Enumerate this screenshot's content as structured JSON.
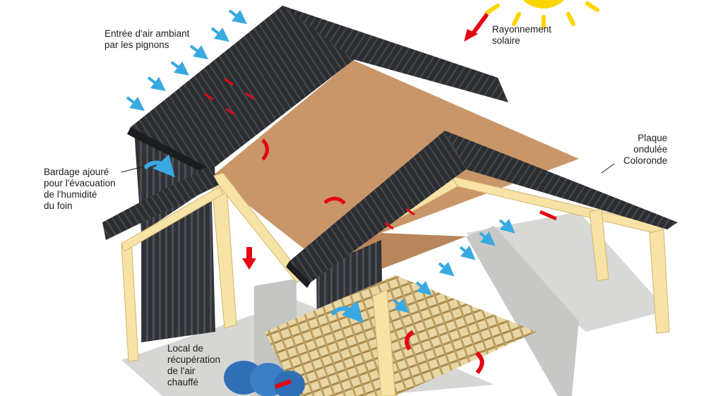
{
  "labels": {
    "air_inlet": [
      "Entrée d'air ambiant",
      "par les pignons"
    ],
    "solar": [
      "Rayonnement",
      "solaire"
    ],
    "cladding": [
      "Bardage ajouré",
      "pour l'évacuation",
      "de l'humidité",
      "du foin"
    ],
    "sheet": [
      "Plaque",
      "ondulée",
      "Coloronde"
    ],
    "recovery_room": [
      "Local de",
      "récupération",
      "de l'air",
      "chauffé"
    ]
  },
  "colors": {
    "roof": "#2b2d31",
    "roof_rib": "#4a4d53",
    "wood": "#f7e3a6",
    "ceiling": "#c99669",
    "concrete": "#d6d6d4",
    "cold_air_arrow": "#39a9e1",
    "warm_air_arrow": "#e30613",
    "sun": "#ffd500",
    "fan": "#2f6fb5"
  }
}
